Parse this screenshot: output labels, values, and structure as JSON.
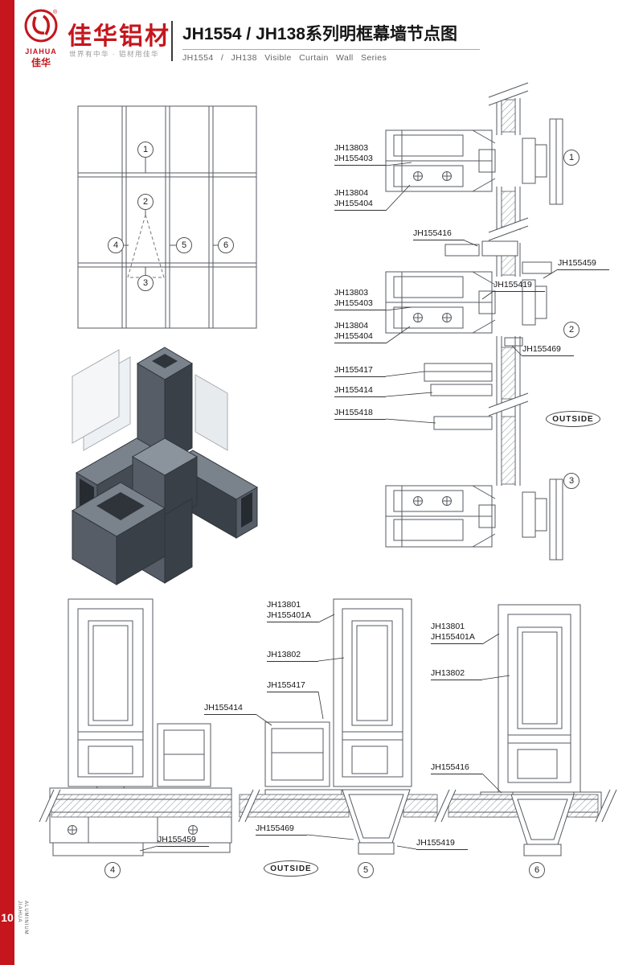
{
  "sidebar": {
    "page_number": "10",
    "brand_line1": "JIAHUA",
    "brand_line2": "ALUMINIUM"
  },
  "header": {
    "logo_name": "JIAHUA",
    "logo_cn": "佳华",
    "logo_registered": "®",
    "brand_name": "佳华铝材",
    "brand_slogan": "世界有中华 · 铝材用佳华",
    "title": "JH1554 / JH138系列明框幕墙节点图",
    "subtitle": "JH1554 / JH138 Visible Curtain Wall Series"
  },
  "callouts": {
    "c1": "1",
    "c2": "2",
    "c3": "3",
    "c4": "4",
    "c5": "5",
    "c6": "6"
  },
  "outside_label": "OUTSIDE",
  "parts": {
    "jh13801": "JH13801",
    "jh13802": "JH13802",
    "jh13803": "JH13803",
    "jh13804": "JH13804",
    "jh155401a": "JH155401A",
    "jh155403": "JH155403",
    "jh155404": "JH155404",
    "jh155414": "JH155414",
    "jh155416": "JH155416",
    "jh155417": "JH155417",
    "jh155418": "JH155418",
    "jh155419": "JH155419",
    "jh155459": "JH155459",
    "jh155469": "JH155469"
  }
}
